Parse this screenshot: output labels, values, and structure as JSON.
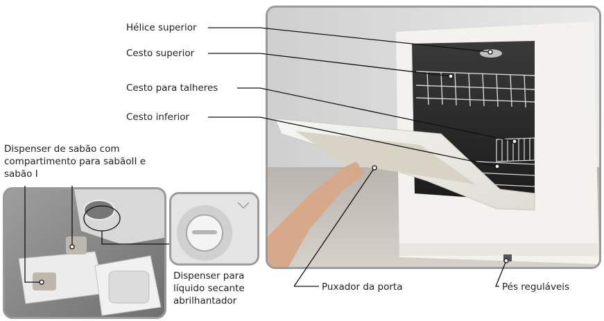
{
  "labels": {
    "top_propeller": "Hélice superior",
    "upper_basket": "Cesto superior",
    "cutlery_basket": "Cesto para talheres",
    "lower_basket": "Cesto inferior",
    "soap_dispenser": "Dispenser de sabão com compartimento para sabãoII e sabão I",
    "rinse_dispenser": "Dispenser para líquido secante abrilhantador",
    "door_handle": "Puxador da porta",
    "adjustable_feet": "Pés reguláveis"
  },
  "colors": {
    "frame": "#9a9a9a",
    "leader": "#111111",
    "text": "#1e1e1e"
  }
}
